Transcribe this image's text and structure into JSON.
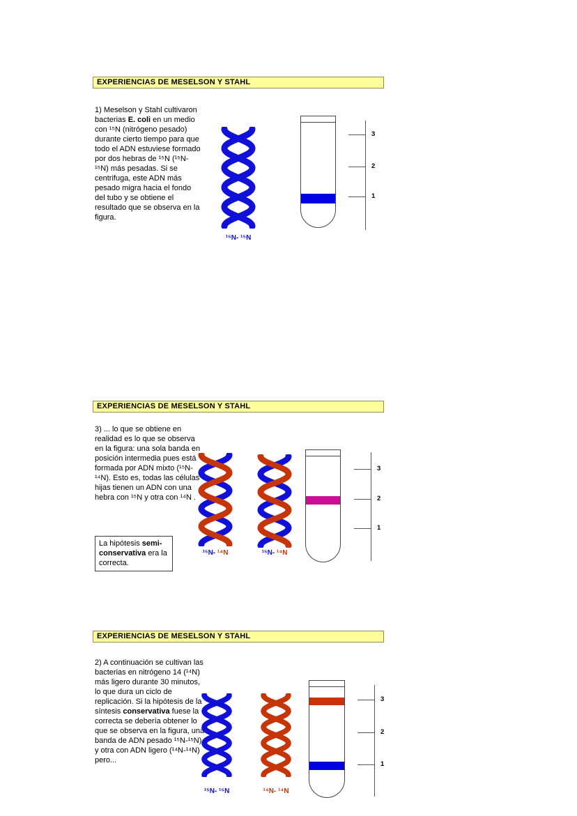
{
  "document_title": "EXPERIENCIAS DE MESELSON Y STAHL",
  "colors": {
    "page_background": "#ffffff",
    "header_background": "#ffff9c",
    "header_border": "#8f8f4f",
    "dna_blue": "#1010d8",
    "dna_red": "#c63508",
    "band_blue": "#0000e0",
    "band_magenta": "#cc0d96",
    "band_red": "#c63508",
    "tube_outline": "#444444"
  },
  "panels": [
    {
      "header": "EXPERIENCIAS DE MESELSON Y STAHL",
      "paragraph": {
        "pre": "1) Meselson y Stahl cultivaron bacterias ",
        "bold": "E. coli",
        "post": " en un medio con ¹⁵N (nitrógeno pesado) durante cierto tiempo para que todo el ADN estuviese formado por dos hebras de ¹⁵N (¹⁵N-¹⁵N) más pesadas. Si se centrifuga, este ADN más pesado migra hacia el fondo del tubo y se obtiene el resultado que se observa en la figura."
      },
      "helices": [
        {
          "type": "heavy DNA 15N-15N",
          "label_left": "¹⁵N-",
          "label_right": " ¹⁵N"
        }
      ],
      "tube_bands": [
        {
          "name": "heavy-dna-band",
          "color": "#0000e0",
          "level": "1"
        }
      ],
      "scale_labels": [
        "3",
        "2",
        "1"
      ]
    },
    {
      "header": "EXPERIENCIAS DE MESELSON Y STAHL",
      "paragraph": {
        "pre": "3)  ... lo que se obtiene en realidad es lo que se observa en la figura: una sola banda en posición intermedia pues está formada por ADN mixto (¹⁵N-¹⁴N). Esto es, todas las células hijas tienen un ADN con una hebra con ¹⁵N  y otra con ¹⁴N .",
        "bold": "",
        "post": ""
      },
      "note": {
        "pre": "La hipótesis ",
        "bold": "semi-conservativa",
        "post": " era la correcta."
      },
      "helices": [
        {
          "type": "hybrid DNA 15N-14N",
          "label_left": "¹⁵N-",
          "label_right": " ¹⁴N"
        },
        {
          "type": "hybrid DNA 15N-14N",
          "label_left": "¹⁵N-",
          "label_right": " ¹⁴N"
        }
      ],
      "tube_bands": [
        {
          "name": "hybrid-dna-band",
          "color": "#cc0d96",
          "level": "2"
        }
      ],
      "scale_labels": [
        "3",
        "2",
        "1"
      ]
    },
    {
      "header": "EXPERIENCIAS DE MESELSON Y STAHL",
      "paragraph": {
        "pre": "2) A continuación se cultivan las bacterias en nitrógeno 14 (¹⁴N) más ligero durante 30 minutos, lo que dura un ciclo de replicación. Si  la hipótesis de la síntesis ",
        "bold": "conservativa",
        "post": " fuese la correcta se debería obtener lo que se observa en la figura, una banda de ADN pesado ¹⁵N-¹⁵N) y otra con ADN ligero (¹⁴N-¹⁴N) pero..."
      },
      "helices": [
        {
          "type": "heavy DNA 15N-15N",
          "label_left": "¹⁵N-",
          "label_right": " ¹⁵N"
        },
        {
          "type": "light DNA 14N-14N",
          "label_left": "¹⁴N-",
          "label_right": " ¹⁴N"
        }
      ],
      "tube_bands": [
        {
          "name": "light-dna-band",
          "color": "#c63508",
          "level": "3"
        },
        {
          "name": "heavy-dna-band",
          "color": "#0000e0",
          "level": "1"
        }
      ],
      "scale_labels": [
        "3",
        "2",
        "1"
      ]
    }
  ]
}
